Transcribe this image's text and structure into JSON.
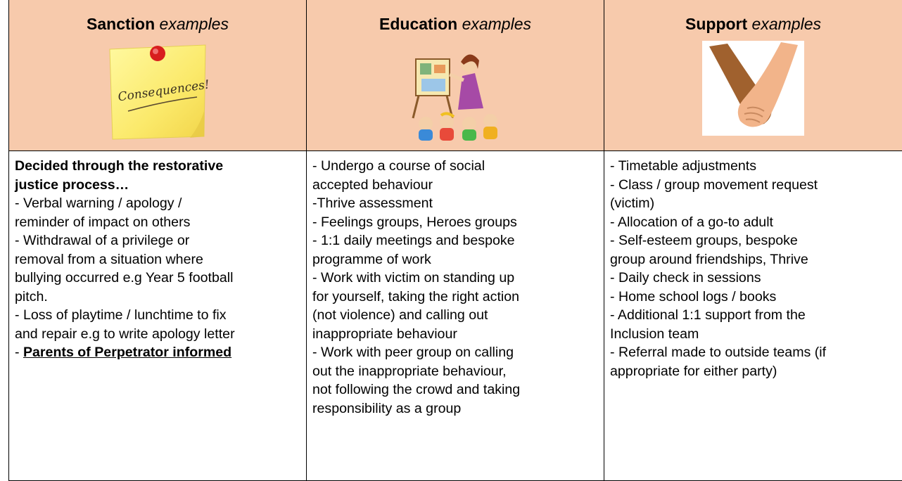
{
  "columns": [
    {
      "title_bold": "Sanction",
      "title_italic": "examples",
      "image_text": "Consequences!",
      "lines": [
        "Decided through the restorative",
        "justice process…",
        "- Verbal warning / apology /",
        "reminder of impact on others",
        "- Withdrawal of a privilege or",
        "removal from a situation where",
        "bullying occurred e.g Year 5 football",
        "pitch.",
        "- Loss of playtime / lunchtime to fix",
        "and repair e.g to write apology letter"
      ],
      "last_prefix": "- ",
      "last_emphasis": "Parents of Perpetrator informed"
    },
    {
      "title_bold": "Education",
      "title_italic": "examples",
      "lines": [
        "- Undergo a course of social",
        "accepted behaviour",
        "-Thrive assessment",
        "- Feelings groups, Heroes groups",
        "- 1:1 daily meetings and bespoke",
        "programme of work",
        "- Work with victim on standing up",
        "for yourself, taking the right action",
        "(not violence) and calling out",
        "inappropriate behaviour",
        "- Work with peer group on calling",
        "out the inappropriate behaviour,",
        "not following the crowd and taking",
        "responsibility as a group"
      ]
    },
    {
      "title_bold": "Support",
      "title_italic": "examples",
      "lines": [
        "- Timetable adjustments",
        "- Class / group movement request",
        "(victim)",
        "- Allocation of a go-to adult",
        "- Self-esteem groups, bespoke",
        "group around friendships, Thrive",
        "- Daily check in sessions",
        "- Home school logs / books",
        "- Additional 1:1 support from the",
        "Inclusion team",
        "- Referral made to outside teams (if",
        "appropriate for either party)"
      ]
    }
  ]
}
